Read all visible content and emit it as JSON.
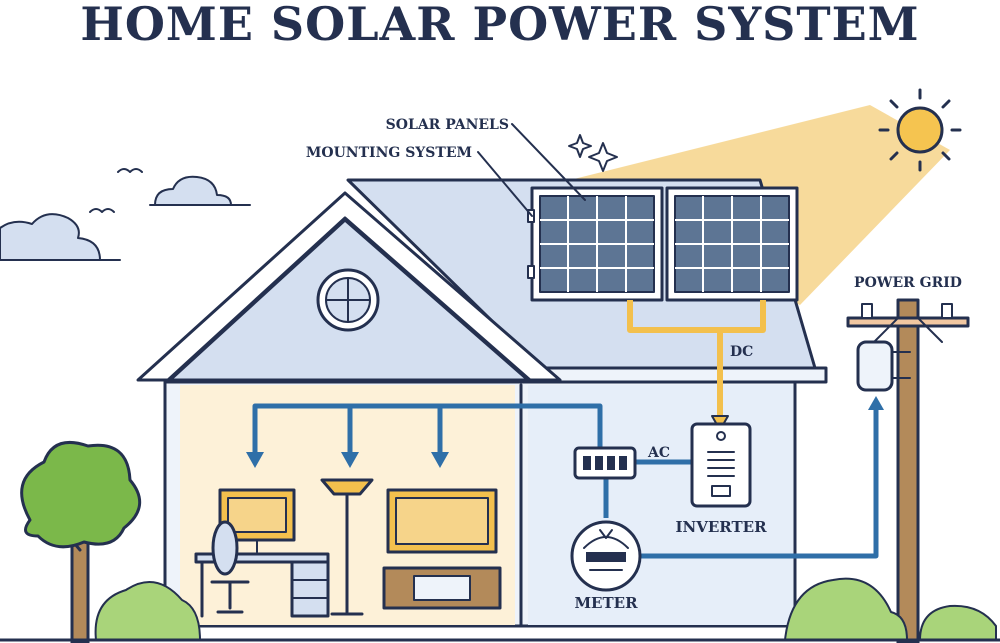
{
  "title": "HOME SOLAR POWER SYSTEM",
  "labels": {
    "solar_panels": "SOLAR PANELS",
    "mounting_system": "MOUNTING SYSTEM",
    "power_grid": "POWER GRID",
    "dc": "DC",
    "ac": "AC",
    "inverter": "INVERTER",
    "meter": "METER"
  },
  "colors": {
    "ink": "#24304f",
    "sunlight": "#f6d48a",
    "sun": "#f5c450",
    "roof": "#d4dff0",
    "wall": "#eef3fa",
    "interior": "#fdf1d8",
    "dc_wire": "#f3c04d",
    "ac_wire": "#2f6fa8",
    "panel": "#5d7594",
    "tree": "#7bb84a",
    "pole": "#b38a5a"
  },
  "icons": [
    "sun-icon",
    "sparkle-icon",
    "cloud-icon",
    "bird-icon",
    "window-icon",
    "tree-icon",
    "bush-icon"
  ]
}
